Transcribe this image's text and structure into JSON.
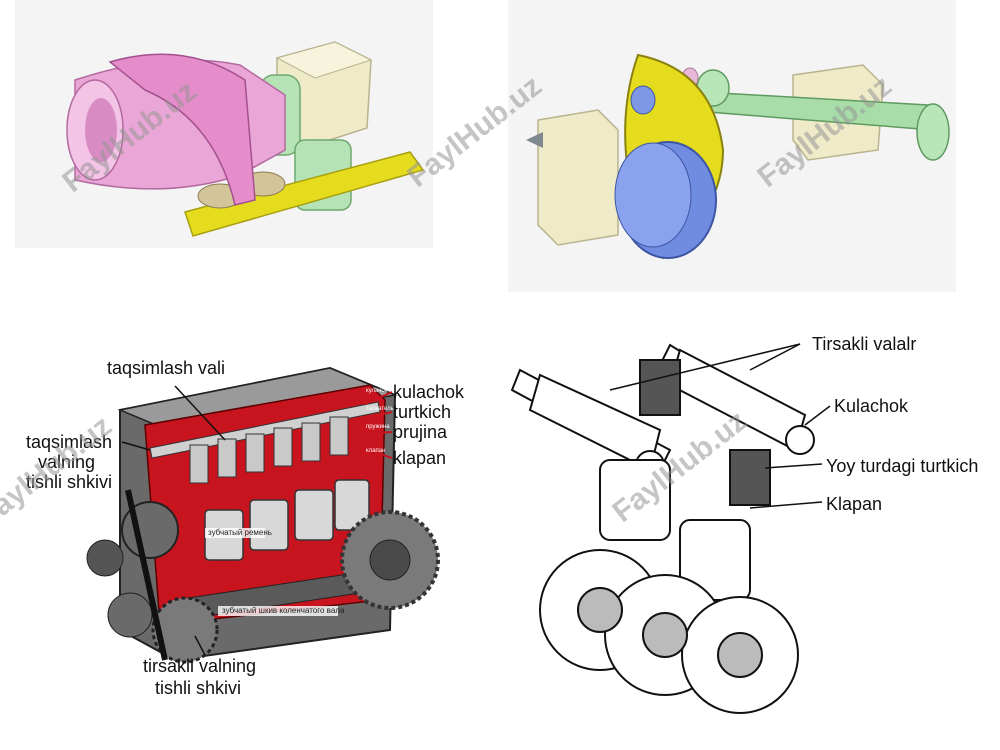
{
  "watermark": "FaylHub.uz",
  "engine_labels": {
    "camshaft": "taqsimlash vali",
    "cam_gear": [
      "taqsimlash",
      "valning",
      "tishli shkivi"
    ],
    "lobe": "kulachok",
    "pusher": "turtkich",
    "spring": "prujina",
    "valve": "klapan",
    "crank_gear": [
      "tirsakli valning",
      "tishli shkivi"
    ],
    "ru_belt": "зубчатый ремень",
    "ru_crank_gear": "зубчатый шкив коленчатого вала",
    "ru_small": [
      "кулачок",
      "толкатель",
      "пружина",
      "клапан"
    ]
  },
  "rocker_labels": {
    "shafts": "Tirsakli valalr",
    "lobe": "Kulachok",
    "arc_pusher": "Yoy turdagi turtkich",
    "valve": "Klapan"
  },
  "colors": {
    "pink": "#e9a3d4",
    "yellow": "#e6dc1e",
    "green": "#a8dca8",
    "cream": "#efeac8",
    "blue": "#7f98e6",
    "red": "#c8141e",
    "grey": "#8c8c8c"
  }
}
